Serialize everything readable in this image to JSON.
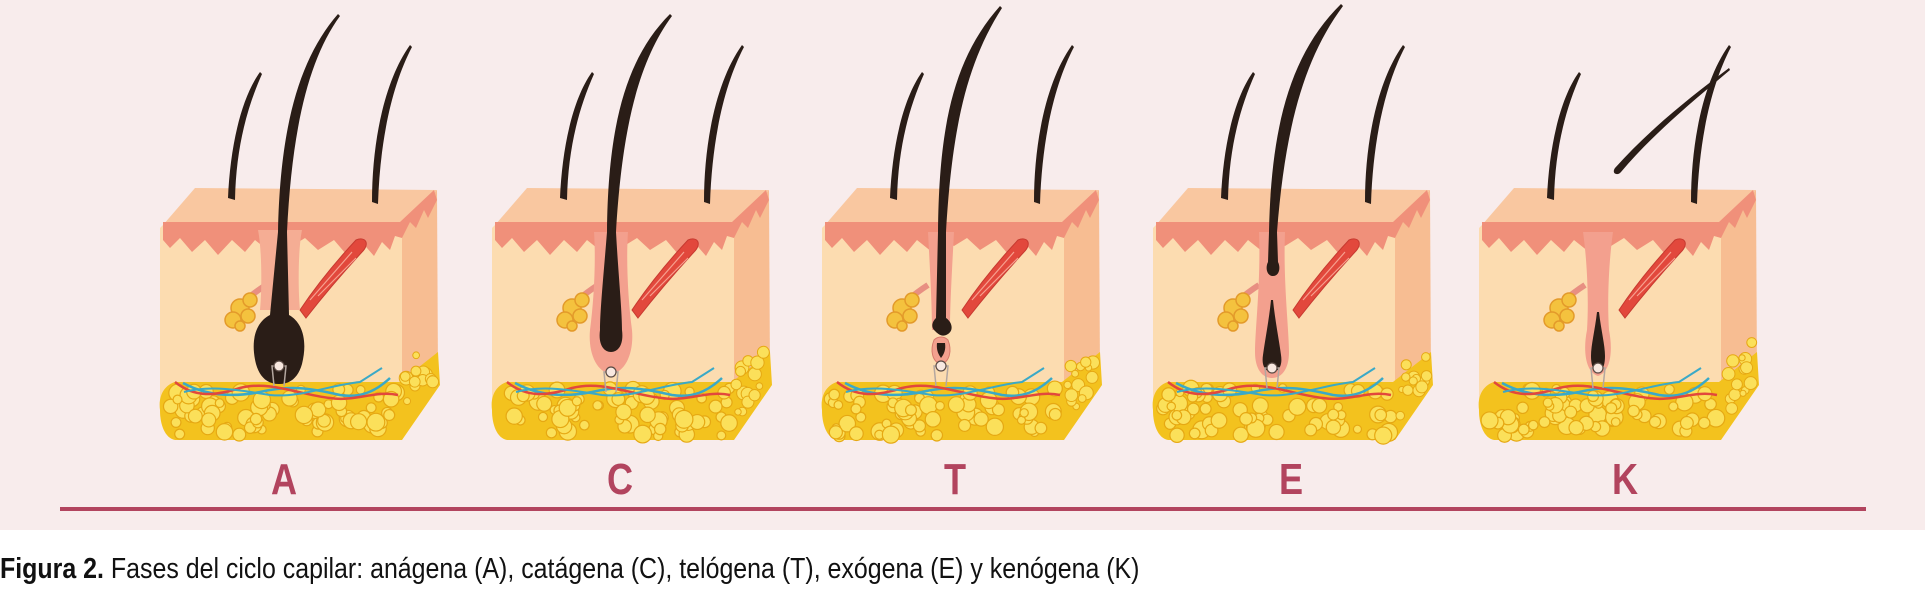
{
  "phases": [
    {
      "key": "anagen",
      "label": "A"
    },
    {
      "key": "catagen",
      "label": "C"
    },
    {
      "key": "telogen",
      "label": "T"
    },
    {
      "key": "exogen",
      "label": "E"
    },
    {
      "key": "kenogen",
      "label": "K"
    }
  ],
  "caption": {
    "figure_label": "Figura 2.",
    "text": " Fases del ciclo capilar: anágena (A), catágena (C), telógena (T), exógena (E) y kenógena (K)"
  },
  "colors": {
    "panel_background": "#f8ecec",
    "accent": "#b2445e",
    "skin_surface": "#f9c7a0",
    "epidermis": "#f0907a",
    "dermis": "#fcdcb0",
    "side_face": "#f7bd92",
    "fat": "#f3c21e",
    "hair": "#2a1d17",
    "papilla": "#e88f82",
    "vessel_red": "#e2483c",
    "vessel_blue": "#3aa9c7"
  }
}
